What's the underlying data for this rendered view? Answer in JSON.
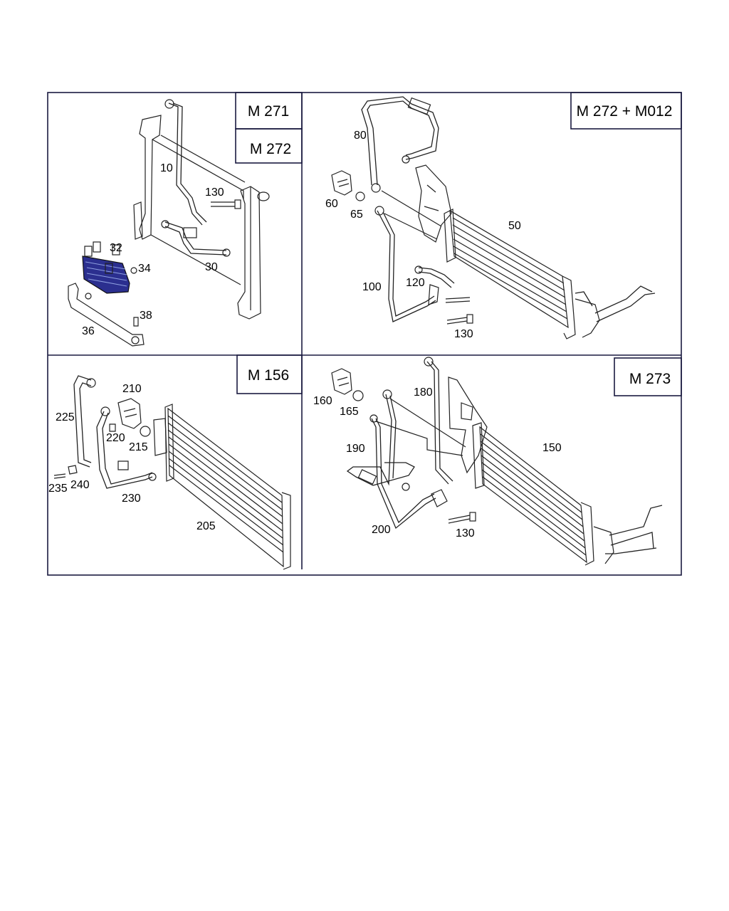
{
  "engine_tags": {
    "m271": "M 271",
    "m272": "M 272",
    "m272_m012": "M 272 + M012",
    "m156": "M 156",
    "m273": "M 273"
  },
  "callouts": {
    "p1": [
      "10",
      "130",
      "30",
      "32",
      "34",
      "36",
      "38"
    ],
    "p2": [
      "80",
      "60",
      "65",
      "50",
      "100",
      "120",
      "130"
    ],
    "p3": [
      "210",
      "225",
      "220",
      "215",
      "235",
      "240",
      "230",
      "205"
    ],
    "p4": [
      "160",
      "165",
      "180",
      "190",
      "150",
      "200",
      "130"
    ]
  },
  "colors": {
    "frame": "#1a1a40",
    "line": "#222222",
    "highlight": "#2b2f8f"
  }
}
